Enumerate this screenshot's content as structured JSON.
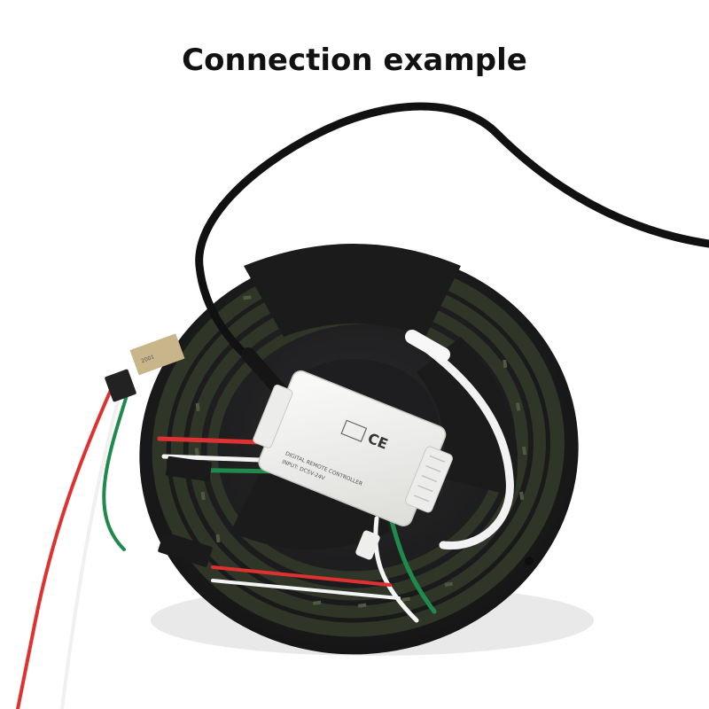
{
  "page": {
    "title": "Connection example"
  },
  "controller": {
    "label_line1": "DIGITAL REMOTE CONTROLLER",
    "label_line2": "INPUT: DC5V-24V",
    "ce_mark": "CE"
  },
  "reel": {
    "label_text": "2001"
  },
  "colors": {
    "background": "#ffffff",
    "reel": "#1c1c1d",
    "strip_led": "#3a4030",
    "controller_body": "#f1f1ef",
    "wire_red": "#e03131",
    "wire_green": "#1f8a4c",
    "wire_white": "#f2f2f2",
    "cable_black": "#111111"
  }
}
